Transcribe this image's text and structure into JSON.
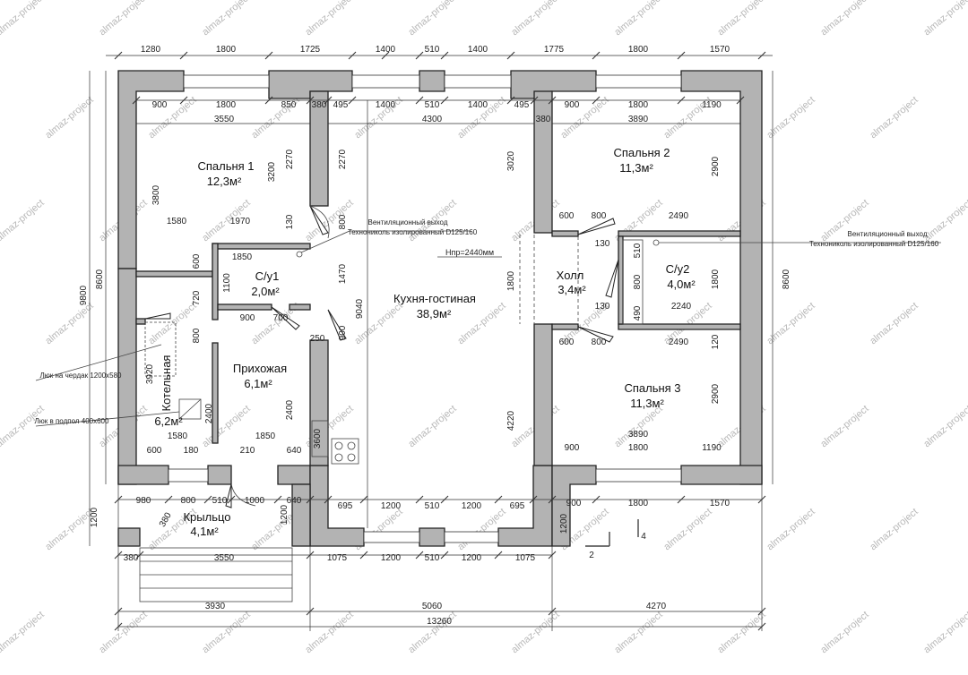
{
  "watermark": "almaz-project",
  "rooms": {
    "bed1": {
      "name": "Спальня 1",
      "area": "12,3м²"
    },
    "bed2": {
      "name": "Спальня 2",
      "area": "11,3м²"
    },
    "bed3": {
      "name": "Спальня 3",
      "area": "11,3м²"
    },
    "wc1": {
      "name": "С/у1",
      "area": "2,0м²"
    },
    "wc2": {
      "name": "С/у2",
      "area": "4,0м²"
    },
    "hall": {
      "name": "Холл",
      "area": "3,4м²"
    },
    "kitchen": {
      "name": "Кухня-гостиная",
      "area": "38,9м²"
    },
    "entry": {
      "name": "Прихожая",
      "area": "6,1м²"
    },
    "boiler": {
      "name": "Котельная",
      "area": "6,2м²"
    },
    "porch": {
      "name": "Крыльцо",
      "area": "4,1м²"
    }
  },
  "notes": {
    "vent_left_1": "Вентиляционный выход",
    "vent_left_2": "Технониколь изолированный D125/160",
    "vent_right_1": "Вентиляционный выход",
    "vent_right_2": "Технониколь изолированный D125/160",
    "ceiling": "Нпр=2440мм",
    "hatch_attic": "Люк на чердак 1200х580",
    "hatch_floor": "Люк в подпол 400х600"
  },
  "section_marks": {
    "a": "2",
    "b": "4"
  },
  "dims_top_outer": [
    "1280",
    "1800",
    "1725",
    "1400",
    "510",
    "1400",
    "1775",
    "1800",
    "1570"
  ],
  "dims_top_inner": [
    "900",
    "1800",
    "850",
    "380",
    "495",
    "1400",
    "510",
    "1400",
    "495",
    "380",
    "900",
    "1800",
    "1190"
  ],
  "dims_misc": {
    "d3550": "3550",
    "d4300": "4300",
    "d3890": "3890",
    "d3800": "3800",
    "d3200": "3200",
    "d2270a": "2270",
    "d2270b": "2270",
    "d3020": "3020",
    "d2900a": "2900",
    "d2900b": "2900",
    "d1580a": "1580",
    "d1970": "1970",
    "d130a": "130",
    "d800a": "800",
    "d600a": "600",
    "d800b": "800",
    "d2490a": "2490",
    "d2490b": "2490",
    "d1850a": "1850",
    "d600b": "600",
    "d1100": "1100",
    "d1470": "1470",
    "d720": "720",
    "d900a": "900",
    "d700": "700",
    "d250": "250",
    "d900v": "900",
    "d9040": "9040",
    "d800v": "800",
    "d1800a": "1800",
    "d1800b": "1800",
    "d130b": "130",
    "d130c": "130",
    "d510": "510",
    "d800c": "800",
    "d490": "490",
    "d2240": "2240",
    "d600c": "600",
    "d800d": "800",
    "d120": "120",
    "d3920": "3920",
    "d2400a": "2400",
    "d2400b": "2400",
    "d1580b": "1580",
    "d1850b": "1850",
    "d3600": "3600",
    "d4220": "4220",
    "d600d": "600",
    "d180": "180",
    "d210": "210",
    "d640a": "640",
    "d900b": "900",
    "d1800c": "1800",
    "d1190": "1190",
    "d3890b": "3890",
    "d9800": "9800",
    "d8600a": "8600",
    "d8600b": "8600"
  },
  "dims_lower_row": [
    "980",
    "800",
    "510",
    "1000",
    "640",
    "695",
    "1200",
    "510",
    "1200",
    "695",
    "900",
    "1800",
    "1570"
  ],
  "dims_porch": {
    "h1200a": "1200",
    "h1200b": "1200",
    "h1200c": "1200",
    "d380a": "380"
  },
  "dims_bottom_inner": [
    "380",
    "3550",
    "1075",
    "1200",
    "510",
    "1200",
    "1075"
  ],
  "dims_bottom": [
    "3930",
    "5060",
    "4270"
  ],
  "dims_total": "13260"
}
